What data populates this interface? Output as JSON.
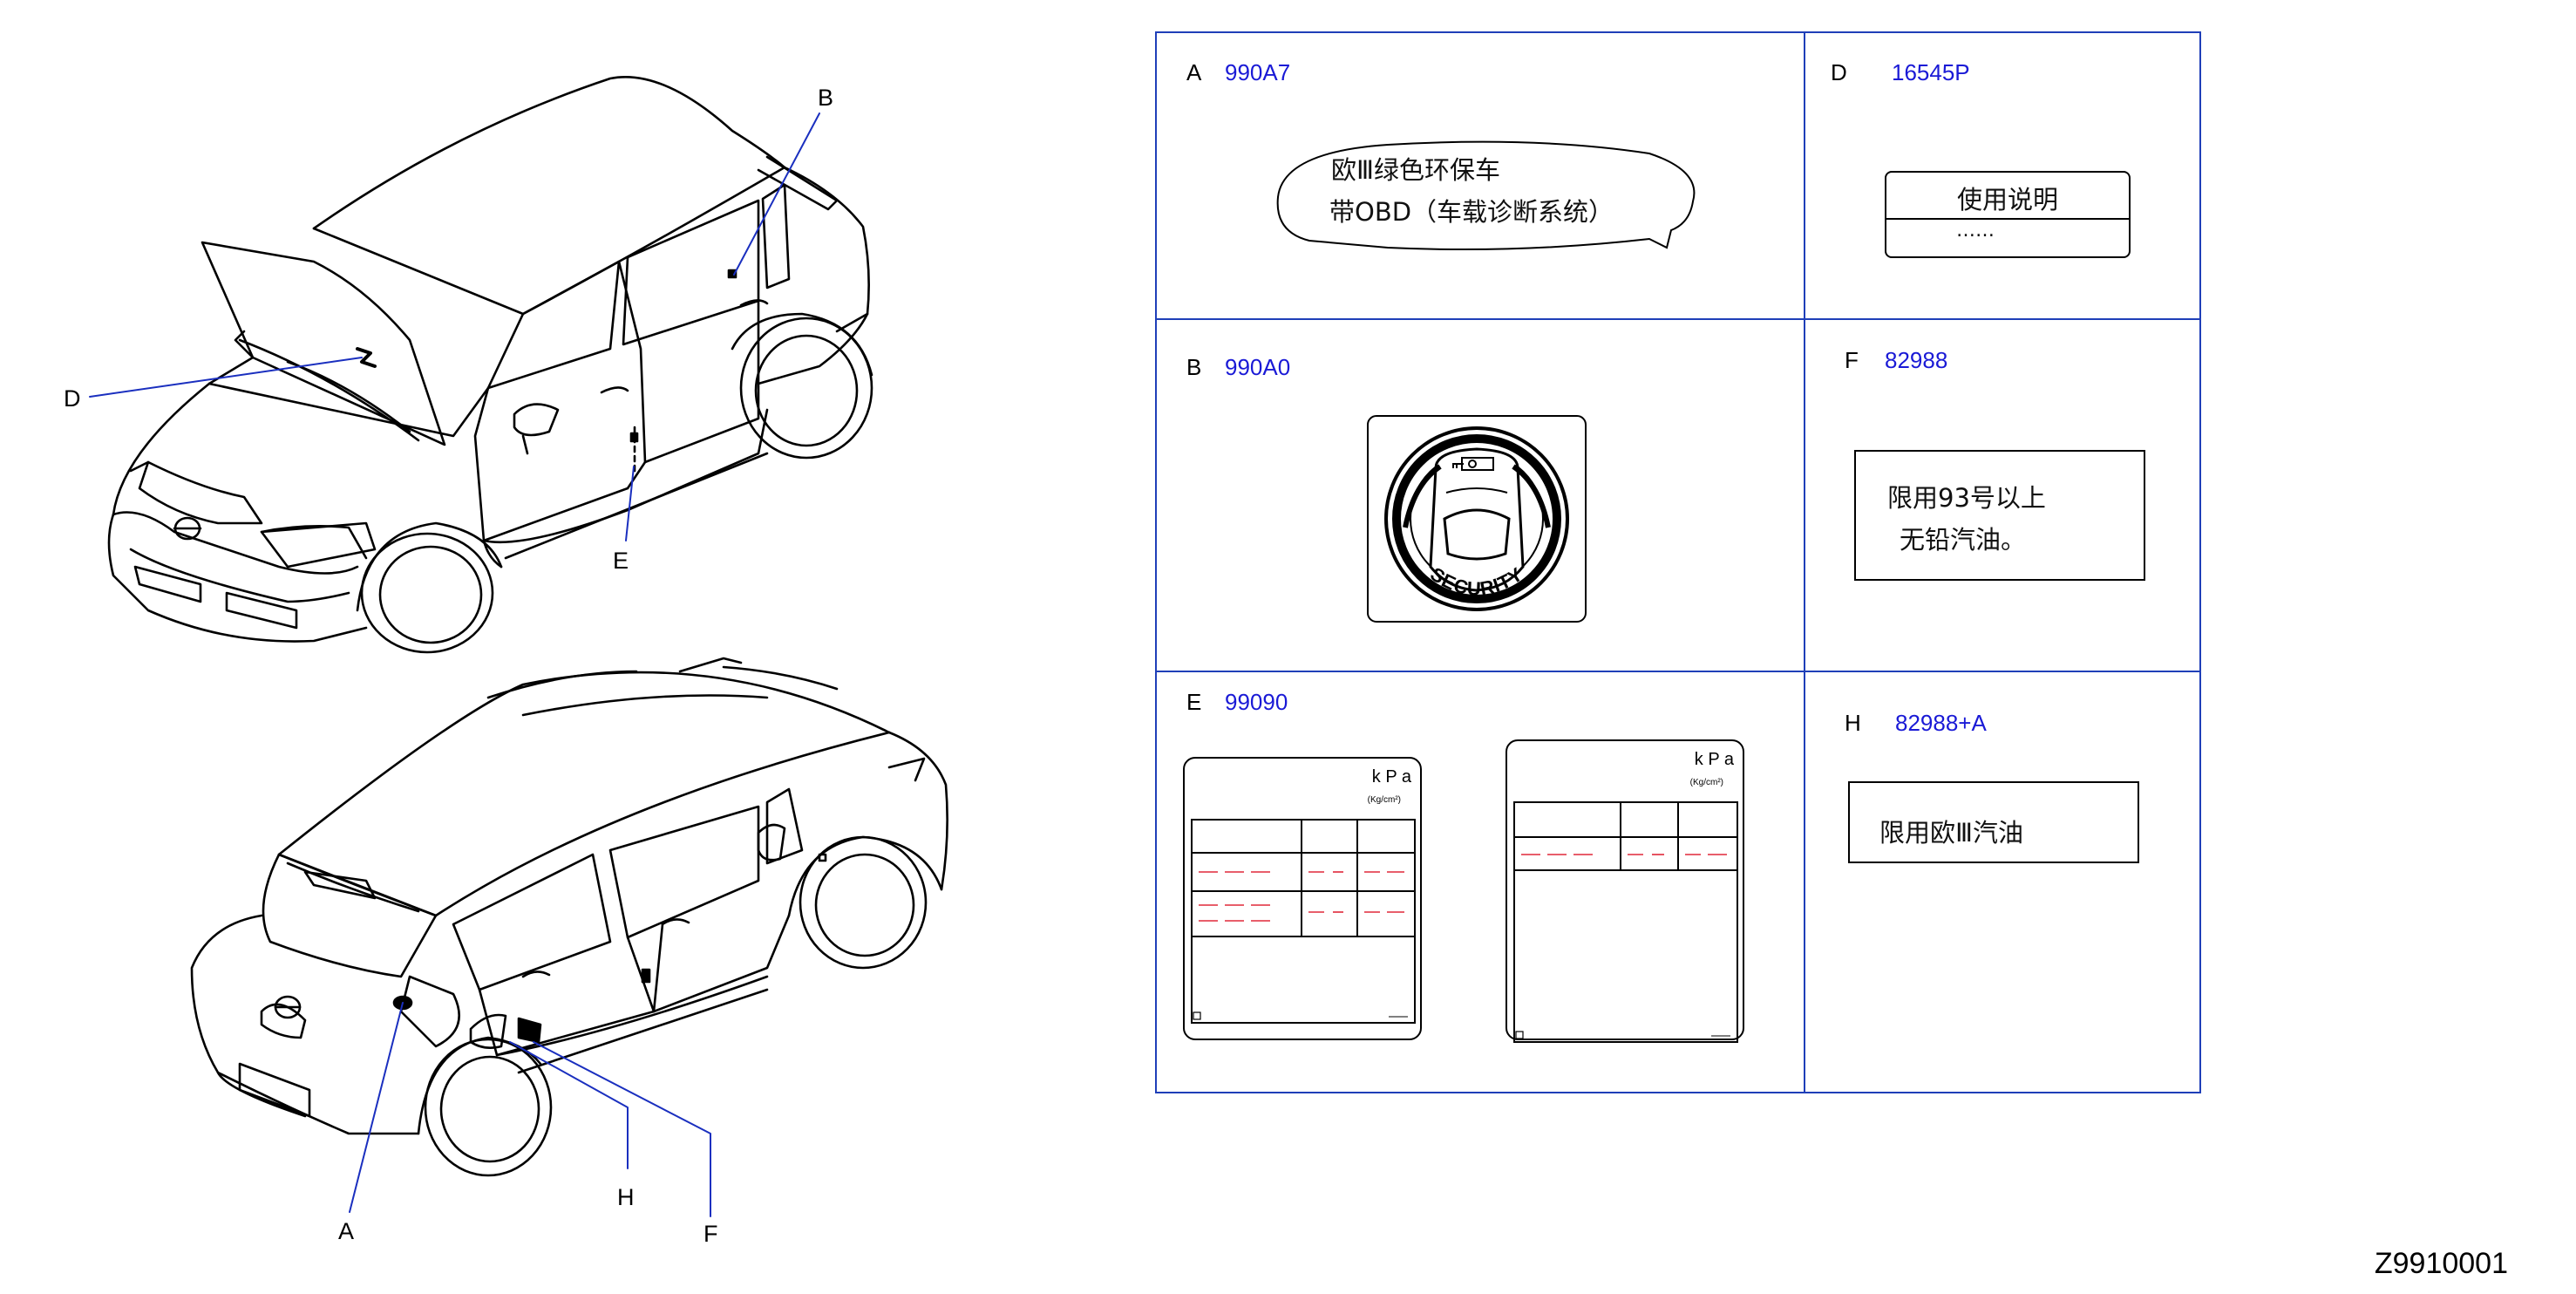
{
  "callouts": {
    "A": "A",
    "B": "B",
    "D": "D",
    "E": "E",
    "F": "F",
    "H": "H"
  },
  "cells": {
    "A": {
      "letter": "A",
      "part": "990A7",
      "lines": [
        "欧Ⅲ绿色环保车",
        "带OBD（车载诊断系统）"
      ]
    },
    "D": {
      "letter": "D",
      "part": "16545P",
      "title": "使用说明",
      "body": "……"
    },
    "B": {
      "letter": "B",
      "part": "990A0",
      "badge": "SECURITY"
    },
    "F": {
      "letter": "F",
      "part": "82988",
      "lines": [
        "限用93号以上",
        "无铅汽油。"
      ]
    },
    "E": {
      "letter": "E",
      "part": "99090",
      "units": "k P a",
      "units_sub": "(Kg/cm²)"
    },
    "H": {
      "letter": "H",
      "part": "82988+A",
      "text": "限用欧Ⅲ汽油"
    }
  },
  "document_id": "Z9910001"
}
